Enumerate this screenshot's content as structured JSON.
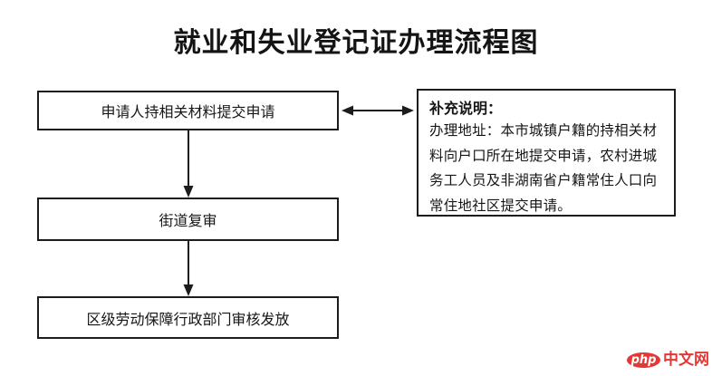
{
  "title": "就业和失业登记证办理流程图",
  "flowchart": {
    "steps": [
      {
        "label": "申请人持相关材料提交申请"
      },
      {
        "label": "街道复审"
      },
      {
        "label": "区级劳动保障行政部门审核发放"
      }
    ],
    "note": {
      "heading": "补充说明：",
      "body": "办理地址：本市城镇户籍的持相关材料向户口所在地提交申请，农村进城务工人员及非湖南省户籍常住人口向常住地社区提交申请。"
    }
  },
  "watermark": {
    "badge": "php",
    "text": "中文网",
    "color": "#e23836"
  },
  "colors": {
    "line": "#1c1c1c",
    "background": "#ffffff"
  }
}
